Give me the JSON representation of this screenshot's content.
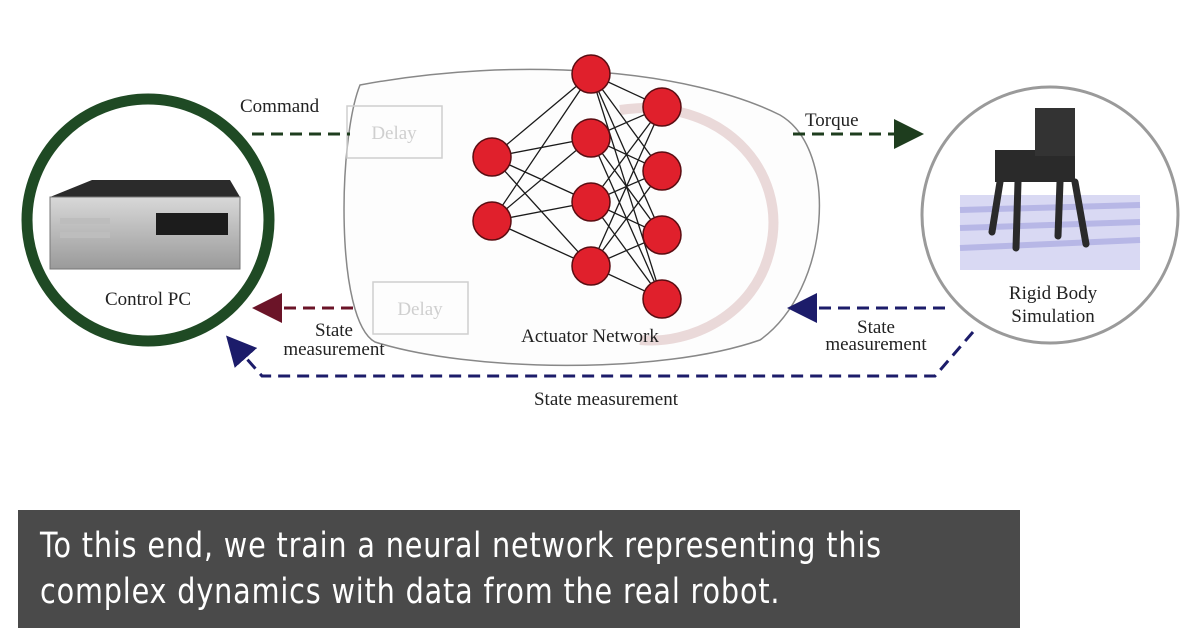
{
  "diagram": {
    "labels": {
      "command": "Command",
      "torque": "Torque",
      "control_pc": "Control PC",
      "rigid_body_1": "Rigid Body",
      "rigid_body_2": "Simulation",
      "actuator_network": "Actuator Network",
      "state_left_1": "State",
      "state_left_2": "measurement",
      "state_right_1": "State",
      "state_right_2": "measurement",
      "state_bottom": "State measurement"
    },
    "ghost_labels": {
      "delay_top": "Delay",
      "delay_bottom": "Delay"
    },
    "colors": {
      "pc_ring": "#1f4a24",
      "neuron": "#e0202c",
      "command_arrow": "#1e3d1e",
      "state_left_arrow": "#6b1428",
      "state_right_arrow": "#1c1c6a"
    },
    "network_layers": [
      2,
      4,
      4
    ]
  },
  "caption": {
    "line1": "To this end, we train a neural network representing this",
    "line2": "complex dynamics with data from the real robot."
  }
}
